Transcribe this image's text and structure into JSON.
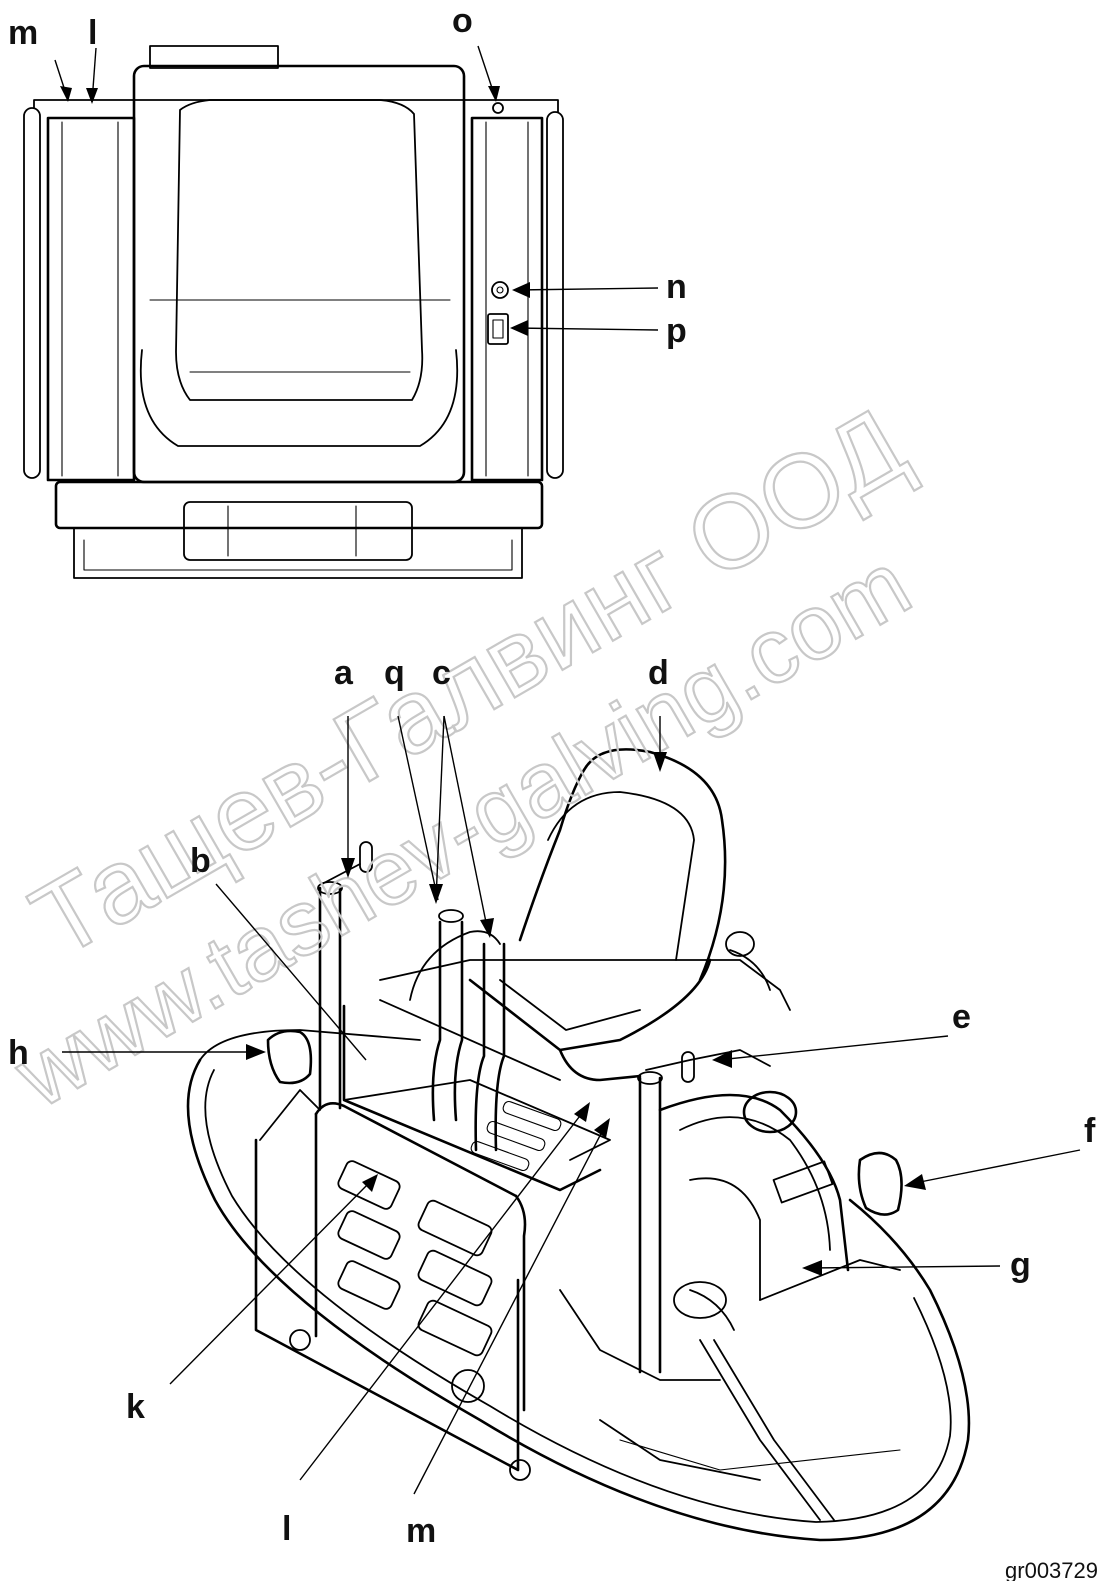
{
  "labels": {
    "top_m": "m",
    "top_l": "l",
    "top_o": "o",
    "top_n": "n",
    "top_p": "p",
    "a": "a",
    "q": "q",
    "c": "c",
    "d": "d",
    "b": "b",
    "e": "e",
    "h": "h",
    "f": "f",
    "g": "g",
    "k": "k",
    "bottom_l": "l",
    "bottom_m": "m"
  },
  "reference_code": "gr003729",
  "watermark": {
    "line1": "Тащев-Галвинг ООД",
    "line2": "www.tashev-galving.com"
  },
  "colors": {
    "line": "#000000",
    "watermark": "#c8c8c8",
    "background": "#ffffff"
  }
}
